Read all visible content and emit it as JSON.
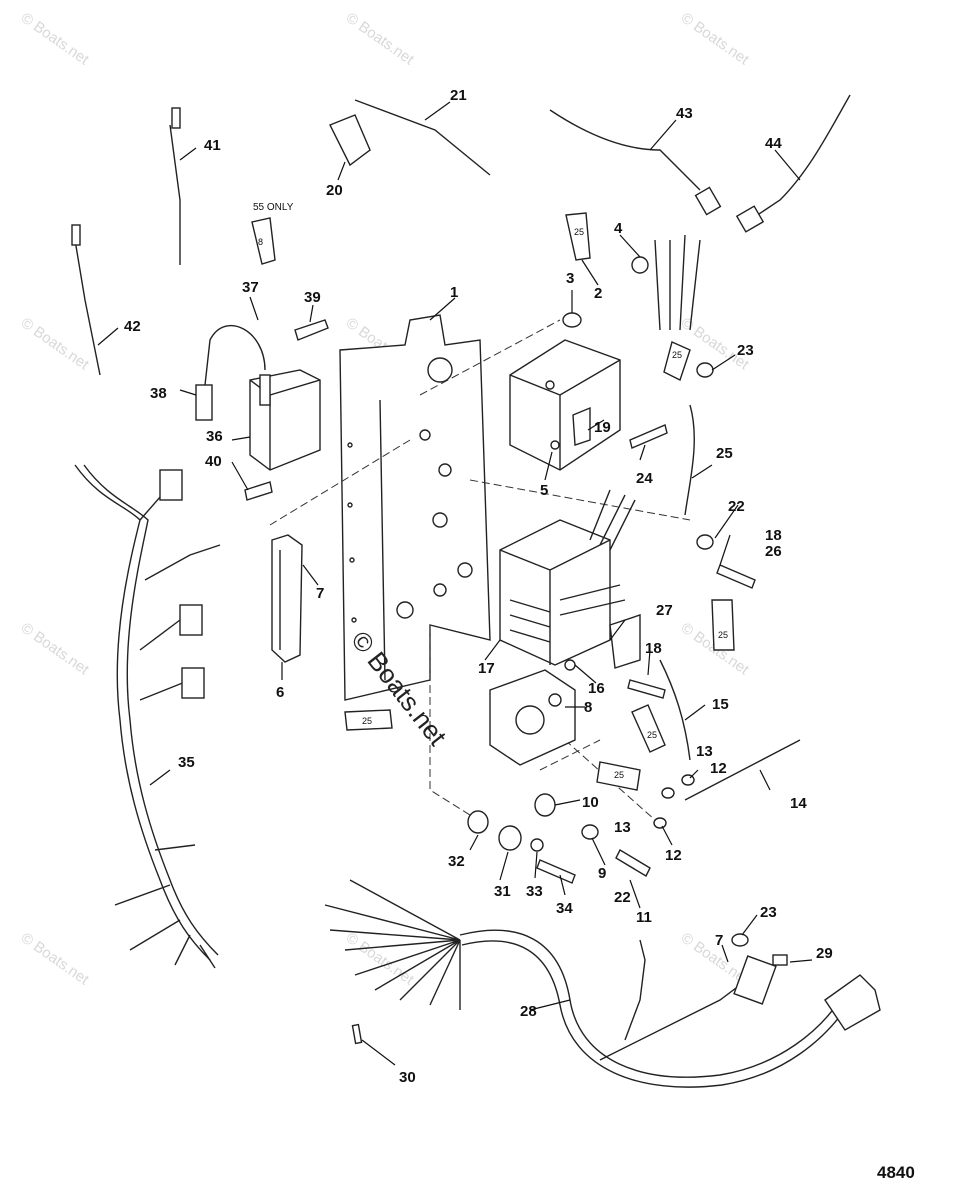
{
  "figure_number": "4840",
  "note": "55 ONLY",
  "watermark": "© Boats.net",
  "callouts": [
    "1",
    "2",
    "3",
    "4",
    "5",
    "6",
    "7",
    "8",
    "9",
    "10",
    "11",
    "12",
    "13",
    "14",
    "15",
    "16",
    "17",
    "18",
    "19",
    "20",
    "21",
    "22",
    "23",
    "24",
    "25",
    "26",
    "27",
    "28",
    "29",
    "30",
    "31",
    "32",
    "33",
    "34",
    "35",
    "36",
    "37",
    "38",
    "39",
    "40",
    "41",
    "42",
    "43",
    "44"
  ],
  "tube_labels": {
    "t8": "8",
    "t25": "25"
  }
}
